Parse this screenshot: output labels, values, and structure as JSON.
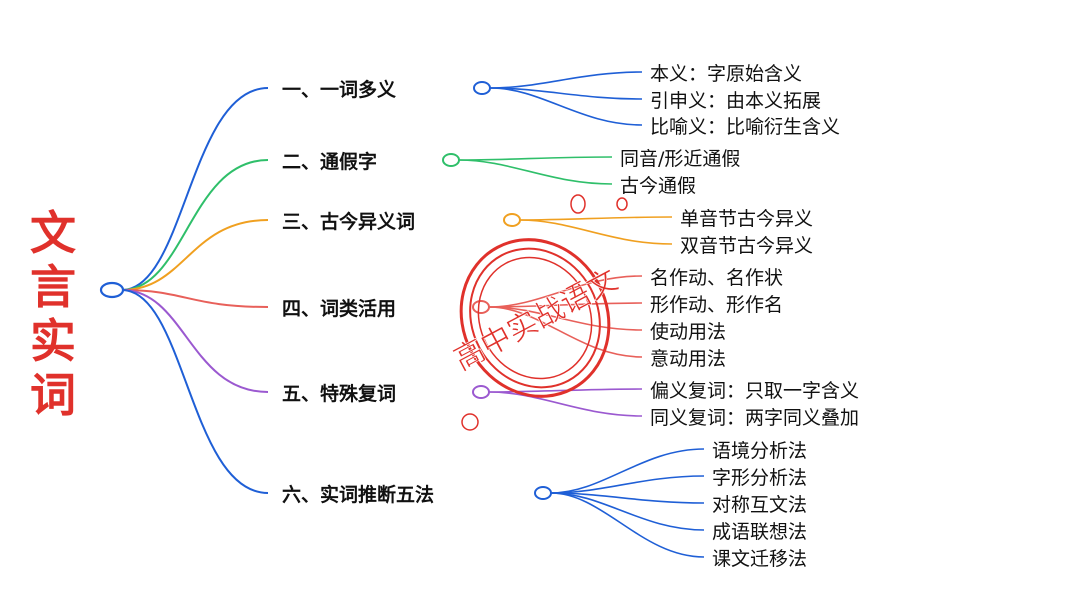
{
  "root": {
    "chars": [
      "文",
      "言",
      "实",
      "词"
    ],
    "color": "#e0312b"
  },
  "branches": [
    {
      "label": "一、一词多义",
      "color": "#1f5fd6",
      "children": [
        "本义：字原始含义",
        "引申义：由本义拓展",
        "比喻义：比喻衍生含义"
      ]
    },
    {
      "label": "二、通假字",
      "color": "#2fbf6a",
      "children": [
        "同音/形近通假",
        "古今通假"
      ]
    },
    {
      "label": "三、古今异义词",
      "color": "#f0a020",
      "children": [
        "单音节古今异义",
        "双音节古今异义"
      ]
    },
    {
      "label": "四、词类活用",
      "color": "#e8605a",
      "children": [
        "名作动、名作状",
        "形作动、形作名",
        "使动用法",
        "意动用法"
      ]
    },
    {
      "label": "五、特殊复词",
      "color": "#9b59d0",
      "children": [
        "偏义复词：只取一字含义",
        "同义复词：两字同义叠加"
      ]
    },
    {
      "label": "六、实词推断五法",
      "color": "#1f5fd6",
      "children": [
        "语境分析法",
        "字形分析法",
        "对称互文法",
        "成语联想法",
        "课文迁移法"
      ]
    }
  ],
  "watermark": {
    "text": "高中实战语文",
    "color": "#e0312b"
  }
}
